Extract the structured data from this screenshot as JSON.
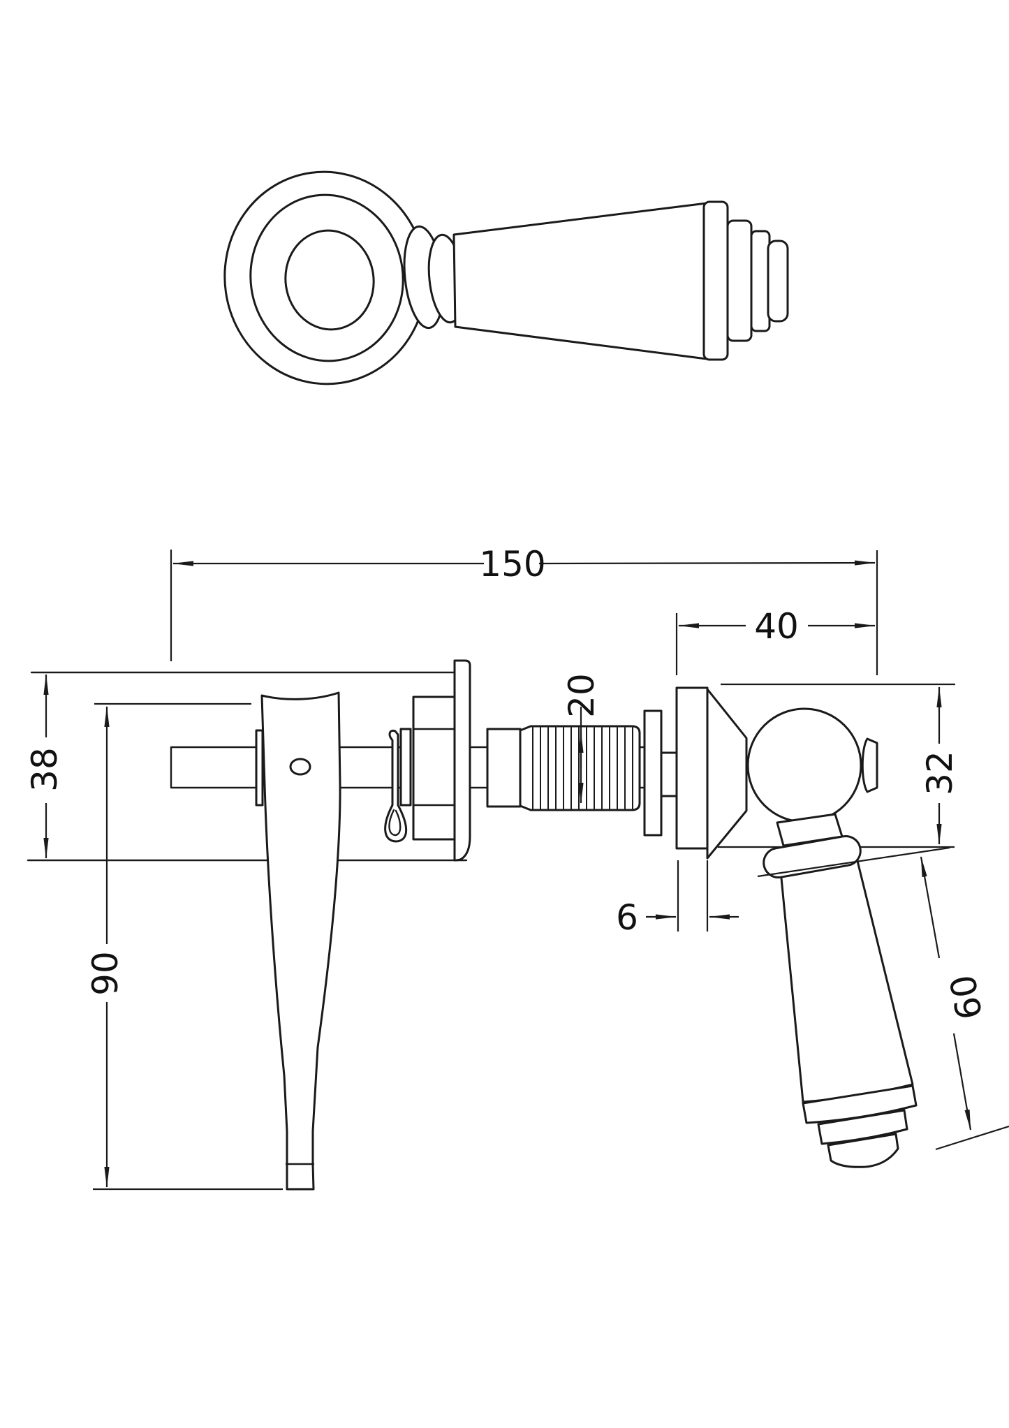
{
  "page": {
    "background": "#ffffff",
    "title": "Tap lever handle technical drawing"
  },
  "drawing": {
    "stroke_color": "#1a1a1a",
    "text_color": "#111111",
    "views": {
      "handle_detail": "lever-handle-perspective-view",
      "side_elevation": "valve-and-lever-side-elevation"
    },
    "dimensions": {
      "overall_length": "150",
      "wall_projection": "40",
      "adapter_diameter": "20",
      "body_diameter": "38",
      "lever_length": "90",
      "flange_diameter": "32",
      "flange_thickness": "6",
      "handle_length": "60"
    }
  }
}
